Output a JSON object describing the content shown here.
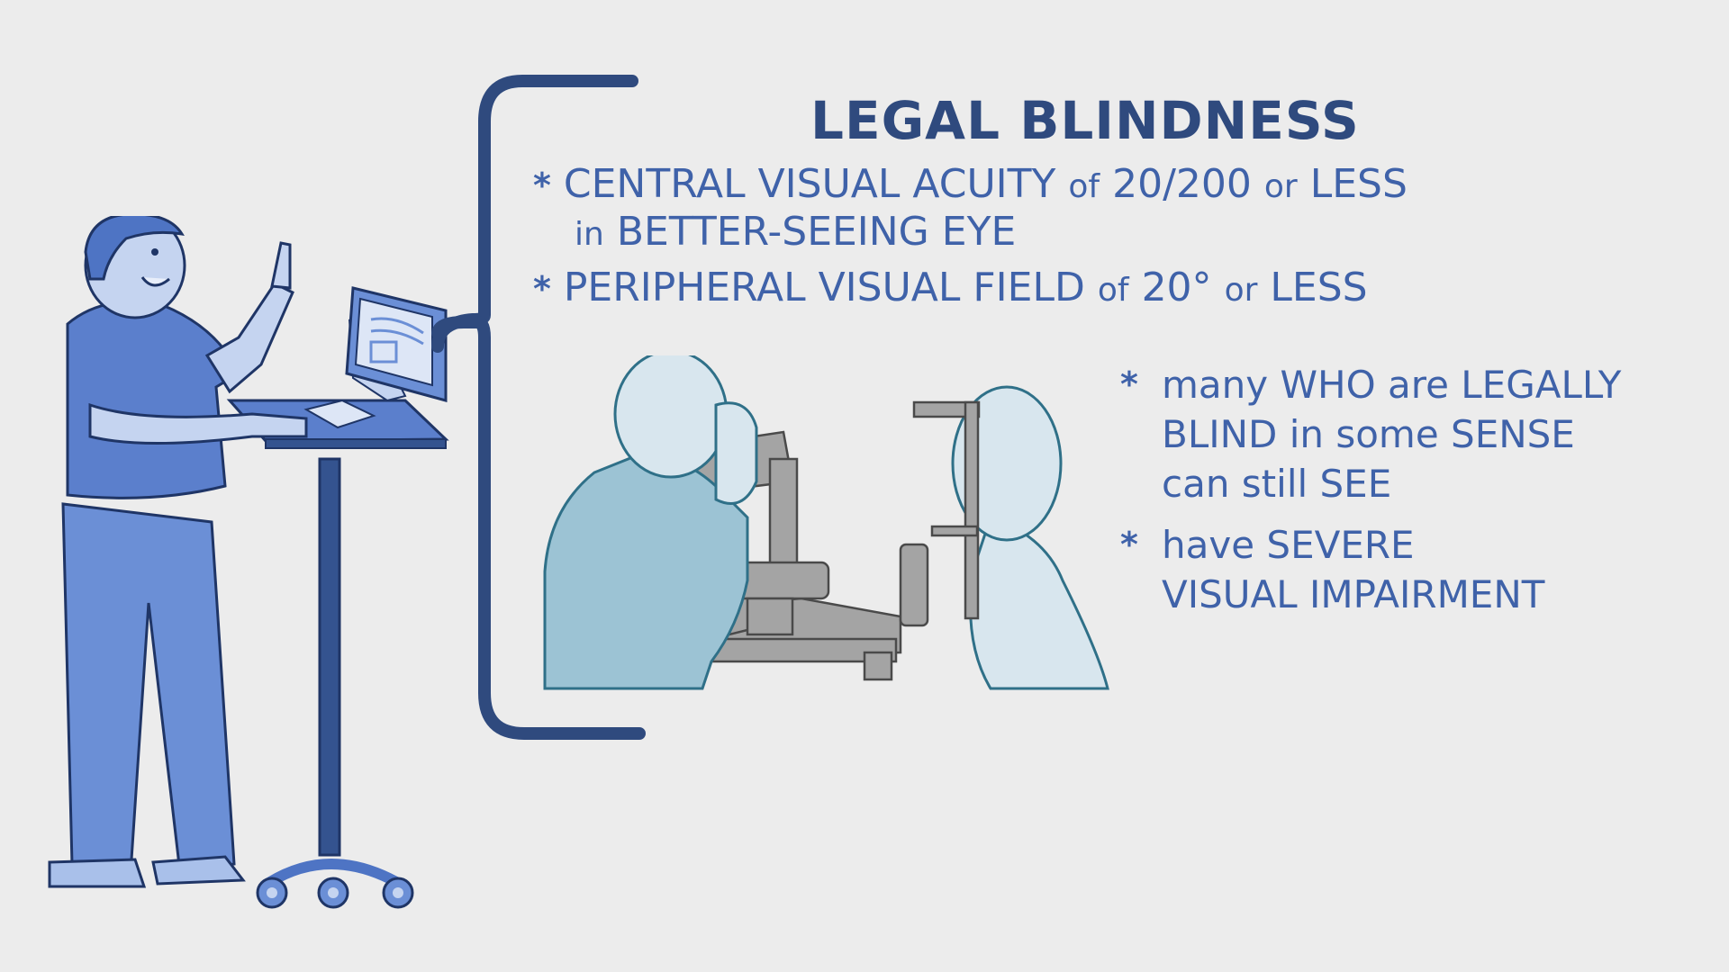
{
  "slide": {
    "title": "LEGAL BLINDNESS",
    "criteria": [
      {
        "bullet": "*",
        "line1_a": "CENTRAL VISUAL ACUITY",
        "line1_b": "of",
        "line1_c": "20/200",
        "line1_d": "or",
        "line1_e": "LESS",
        "line2_a": "in",
        "line2_b": "BETTER-SEEING EYE"
      },
      {
        "bullet": "*",
        "line1_a": "PERIPHERAL VISUAL FIELD",
        "line1_b": "of",
        "line1_c": "20°",
        "line1_d": "or",
        "line1_e": "LESS"
      }
    ],
    "notes": [
      {
        "bullet": "*",
        "lines": [
          "many WHO are LEGALLY",
          "BLIND in some SENSE",
          "can still SEE"
        ]
      },
      {
        "bullet": "*",
        "lines": [
          "have SEVERE",
          "VISUAL IMPAIRMENT"
        ]
      }
    ]
  },
  "illustrations": {
    "left": "clinician-at-computer-cart",
    "center": "slit-lamp-eye-exam"
  },
  "colors": {
    "background": "#ececec",
    "title": "#2f4a7e",
    "text": "#3f62a9",
    "bracket": "#2f4a7e",
    "clinician": "#6b8fd6",
    "exam_people": "#9cc3d4",
    "slit_lamp": "#9a9a9a"
  }
}
